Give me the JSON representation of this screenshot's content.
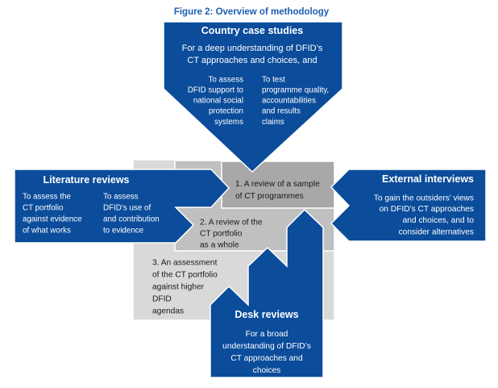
{
  "figure": {
    "title": "Figure 2: Overview of methodology"
  },
  "colors": {
    "title_blue": "#1a5fb4",
    "arrow_blue": "#0b4c9b",
    "level1_gray": "#a8a8a8",
    "level2_gray": "#c0c0c0",
    "level3_gray": "#d9d9d9"
  },
  "country_case_studies": {
    "heading": "Country case studies",
    "intro": [
      "For a deep understanding of DFID’s",
      "CT approaches and choices, and"
    ],
    "left_column": [
      "To assess",
      "DFID support to",
      "national social",
      "protection",
      "systems"
    ],
    "right_column": [
      "To test",
      "programme quality,",
      "accountabilities",
      "and results",
      "claims"
    ]
  },
  "literature_reviews": {
    "heading": "Literature reviews",
    "left_column": [
      "To assess the",
      "CT portfolio",
      "against evidence",
      "of what works"
    ],
    "right_column": [
      "To assess",
      "DFID’s use of",
      "and contribution",
      "to evidence"
    ]
  },
  "external_interviews": {
    "heading": "External interviews",
    "lines": [
      "To gain the outsiders’ views",
      "on DFID’s CT approaches",
      "and choices, and to",
      "consider alternatives"
    ]
  },
  "desk_reviews": {
    "heading": "Desk reviews",
    "lines": [
      "For a broad",
      "understanding of DFID’s",
      "CT approaches and",
      "choices"
    ]
  },
  "levels": [
    {
      "lines": [
        "1. A review of a sample",
        "of CT programmes"
      ]
    },
    {
      "lines": [
        "2. A review of the",
        "CT portfolio",
        "as a whole"
      ]
    },
    {
      "lines": [
        "3. An assessment",
        "of the CT portfolio",
        "against higher",
        "DFID",
        "agendas"
      ]
    }
  ]
}
